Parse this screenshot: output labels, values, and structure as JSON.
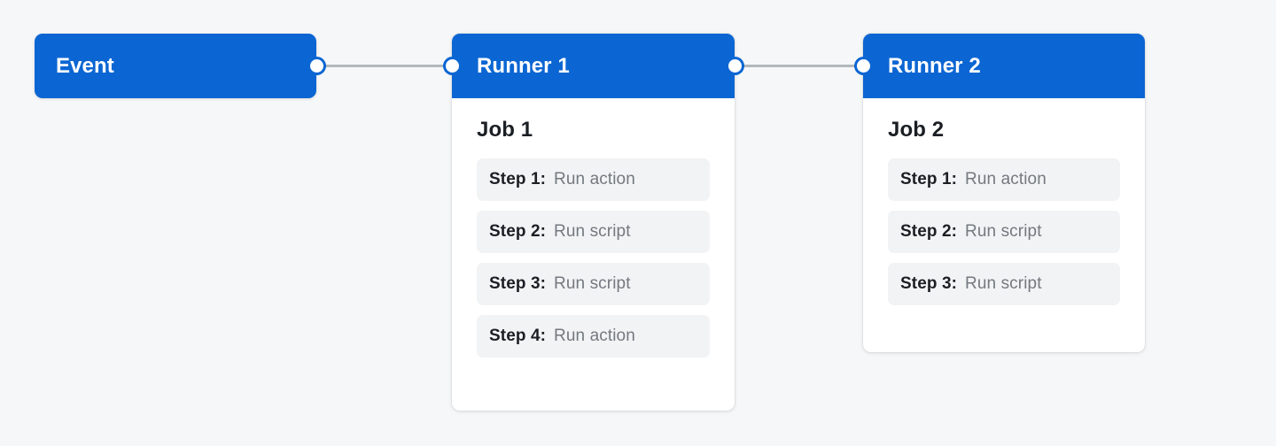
{
  "diagram": {
    "background_color": "#f6f7f8",
    "accent_color": "#0b66d3",
    "edge_color": "#b3b8bd",
    "step_pill_color": "#f2f3f5",
    "step_label_color": "#1b1f24",
    "step_value_color": "#73797f"
  },
  "event": {
    "title": "Event"
  },
  "runners": [
    {
      "title": "Runner 1",
      "job_title": "Job 1",
      "steps": [
        {
          "label": "Step 1:",
          "value": "Run action"
        },
        {
          "label": "Step 2:",
          "value": "Run script"
        },
        {
          "label": "Step 3:",
          "value": "Run script"
        },
        {
          "label": "Step 4:",
          "value": "Run action"
        }
      ]
    },
    {
      "title": "Runner 2",
      "job_title": "Job 2",
      "steps": [
        {
          "label": "Step 1:",
          "value": "Run action"
        },
        {
          "label": "Step 2:",
          "value": "Run script"
        },
        {
          "label": "Step 3:",
          "value": "Run script"
        }
      ]
    }
  ],
  "connections": [
    {
      "from": "Event",
      "to": "Runner 1"
    },
    {
      "from": "Runner 1",
      "to": "Runner 2"
    }
  ]
}
